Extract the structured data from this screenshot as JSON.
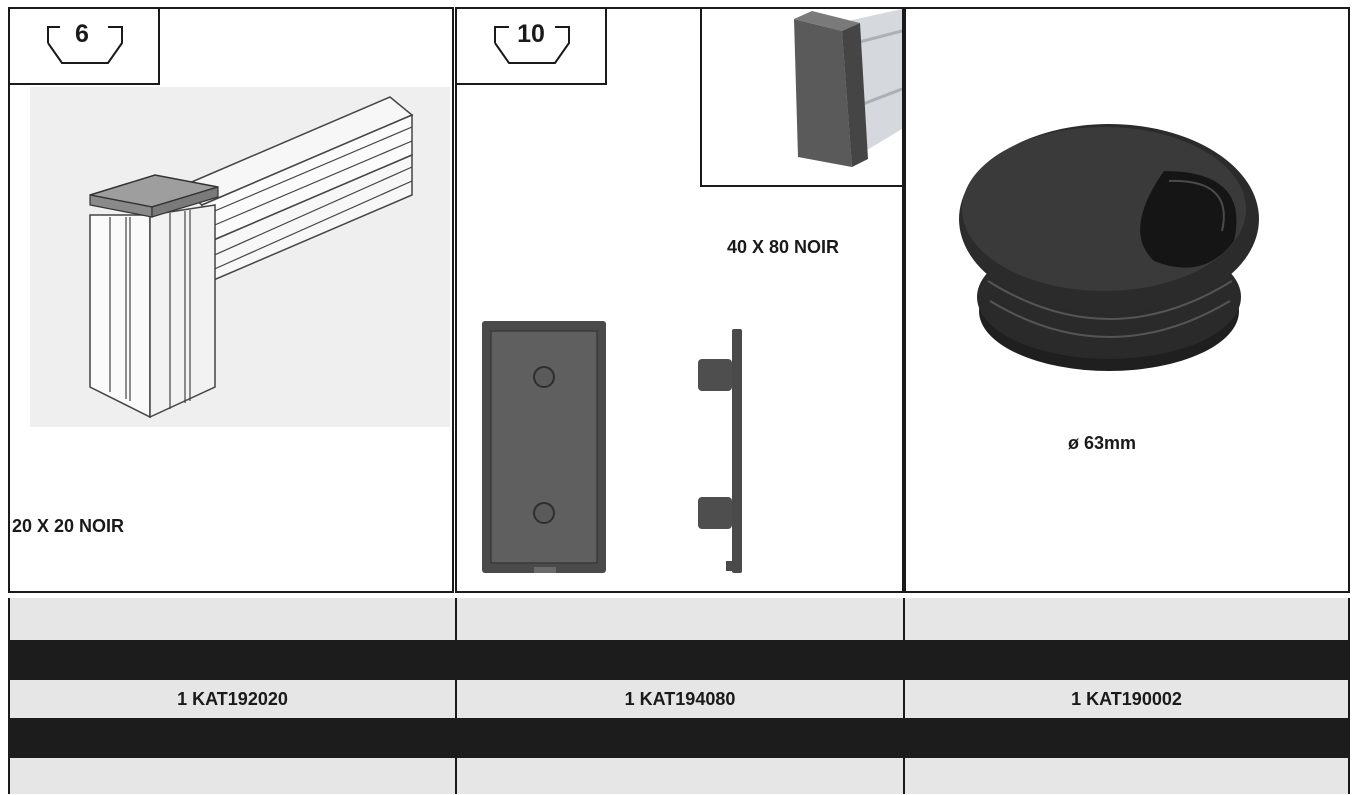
{
  "panels": [
    {
      "badge_number": "6",
      "label": "20 X 20 NOIR",
      "image": "aluminium-profile-end-cap-icon"
    },
    {
      "badge_number": "10",
      "label": "40 X 80 NOIR",
      "image": "rectangular-end-cap-icon"
    },
    {
      "badge_number": "",
      "label": "ø 63mm",
      "image": "cable-grommet-icon"
    }
  ],
  "table": {
    "rows": [
      [
        "",
        "",
        ""
      ],
      [
        "",
        "",
        ""
      ],
      [
        "1 KAT192020",
        "1 KAT194080",
        "1 KAT190002"
      ],
      [
        "",
        "",
        ""
      ],
      [
        "",
        "",
        ""
      ]
    ]
  },
  "colors": {
    "border": "#1a1a1a",
    "light_row": "#e6e6e6",
    "dark_row": "#1c1c1c",
    "part": "#3a3a3a"
  }
}
